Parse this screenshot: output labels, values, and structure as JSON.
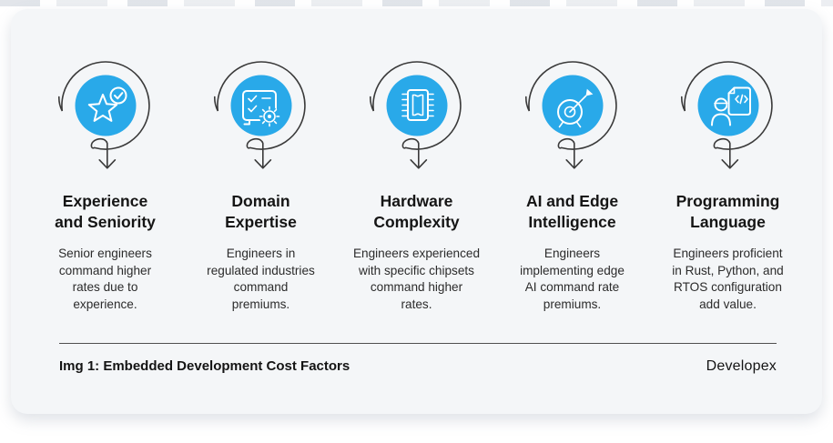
{
  "colors": {
    "accent_blue": "#29a9e9",
    "arrow_stroke": "#3a3a3a",
    "card_background": "#f4f6f8",
    "page_background": "#ffffff",
    "title_text": "#151515",
    "body_text": "#2b2b2b"
  },
  "factors": [
    {
      "icon": "star-badge-icon",
      "title": "Experience\nand Seniority",
      "description": "Senior engineers\ncommand higher\nrates due to\nexperience."
    },
    {
      "icon": "checklist-gear-icon",
      "title": "Domain\nExpertise",
      "description": "Engineers in\nregulated industries\ncommand\npremiums."
    },
    {
      "icon": "chip-icon",
      "title": "Hardware\nComplexity",
      "description": "Engineers experienced\nwith specific chipsets\ncommand higher\nrates."
    },
    {
      "icon": "target-dart-icon",
      "title": "AI and Edge\nIntelligence",
      "description": "Engineers\nimplementing edge\nAI command rate\npremiums."
    },
    {
      "icon": "engineer-code-icon",
      "title": "Programming\nLanguage",
      "description": "Engineers proficient\nin Rust, Python, and\nRTOS configuration\nadd value."
    }
  ],
  "footer": {
    "caption": "Img 1: Embedded Development Cost Factors",
    "brand": "Developex"
  }
}
